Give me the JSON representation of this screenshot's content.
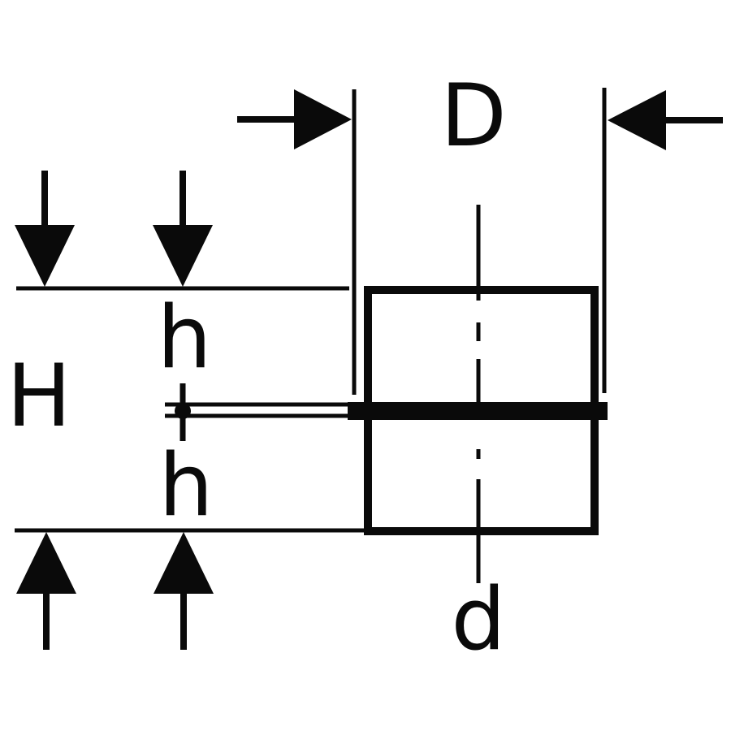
{
  "figure": {
    "kind": "technical-dimension-drawing",
    "subject": "pipe coupling cross-section with dimension lines",
    "background_color": "#ffffff",
    "ink_color": "#0a0a0a",
    "labels": {
      "outer_diameter": "D",
      "inner_diameter": "d",
      "overall_height": "H",
      "upper_socket_depth": "h",
      "lower_socket_depth": "h"
    }
  }
}
